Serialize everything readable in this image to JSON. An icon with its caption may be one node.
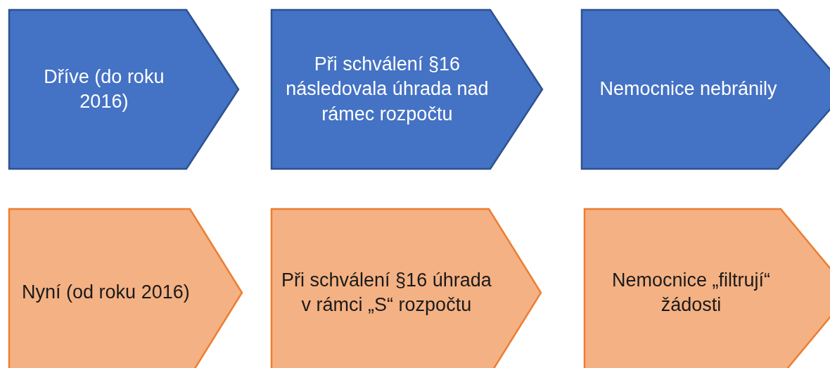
{
  "diagram": {
    "nodes": [
      {
        "text": [
          "Dříve (do roku 2016)"
        ]
      },
      {
        "text": [
          "Při schválení §16 následovala úhrada nad rámec rozpočtu"
        ]
      },
      {
        "text": [
          "Nemocnice nebránily"
        ]
      },
      {
        "text": [
          "Nyní (od roku 2016)"
        ]
      },
      {
        "text": [
          "Při schválení §16 úhrada v rámci „S“ rozpočtu"
        ]
      },
      {
        "text": [
          "Nemocnice „filtrují“ žádosti"
        ]
      }
    ],
    "edges": []
  }
}
